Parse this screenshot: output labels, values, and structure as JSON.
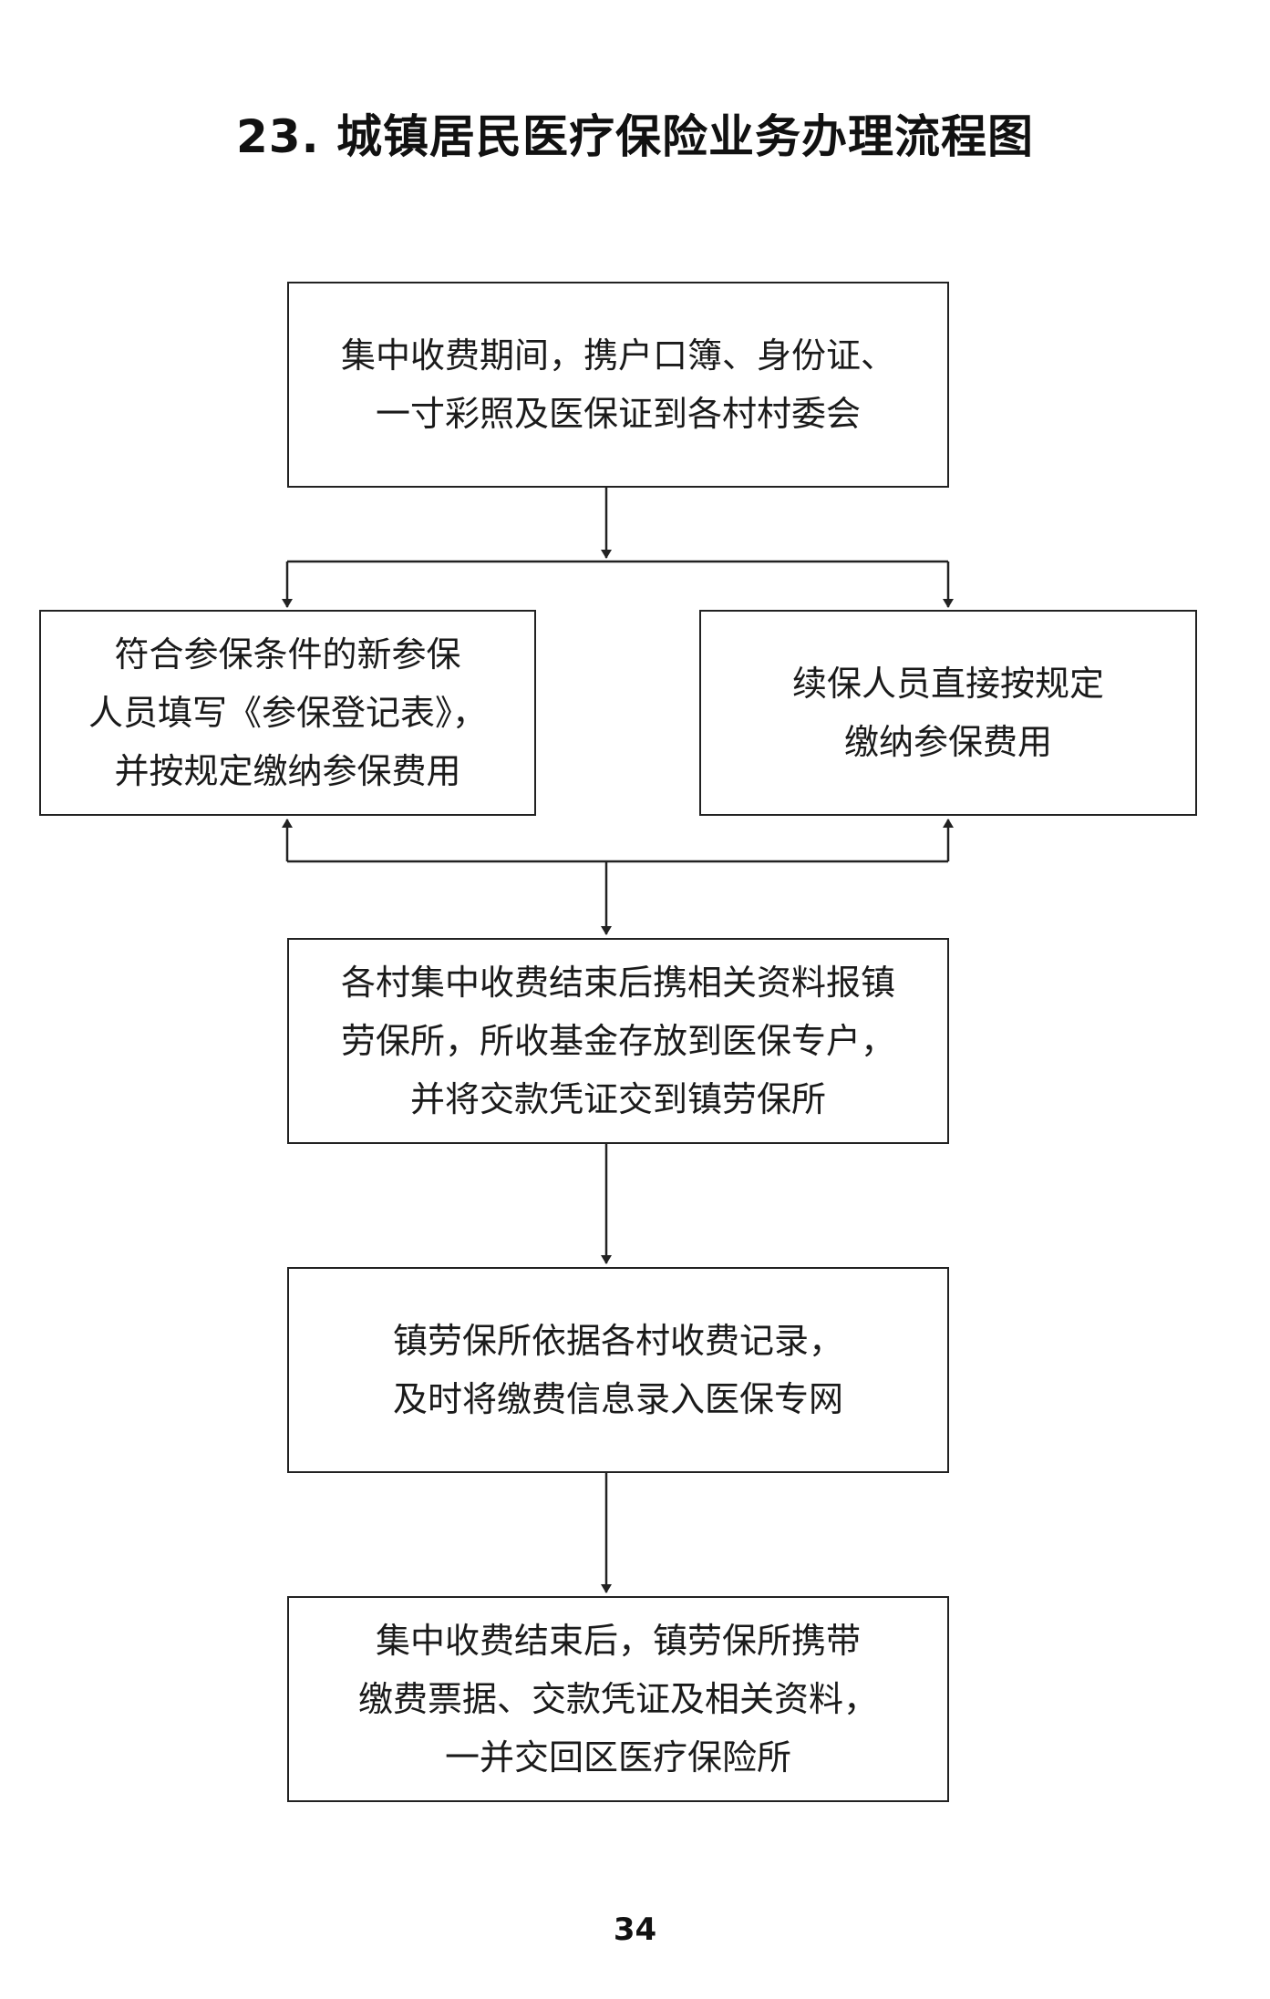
{
  "title": "23. 城镇居民医疗保险业务办理流程图",
  "nodes": {
    "start": "集中收费期间，携户口簿、身份证、\n一寸彩照及医保证到各村村委会",
    "new_enrollee": "符合参保条件的新参保\n人员填写《参保登记表》，\n并按规定缴纳参保费用",
    "renewal": "续保人员直接按规定\n缴纳参保费用",
    "village_collect": "各村集中收费结束后携相关资料报镇\n劳保所，所收基金存放到医保专户，\n并将交款凭证交到镇劳保所",
    "record_entry": "镇劳保所依据各村收费记录，\n及时将缴费信息录入医保专网",
    "final_submit": "集中收费结束后，镇劳保所携带\n缴费票据、交款凭证及相关资料，\n一并交回区医疗保险所"
  },
  "edges": [
    {
      "from": "start",
      "to": "new_enrollee"
    },
    {
      "from": "start",
      "to": "renewal"
    },
    {
      "from": "village_collect",
      "to": "new_enrollee"
    },
    {
      "from": "village_collect",
      "to": "renewal"
    },
    {
      "from": "renewal",
      "to": "village_collect"
    },
    {
      "from": "village_collect",
      "to": "record_entry"
    },
    {
      "from": "record_entry",
      "to": "final_submit"
    }
  ],
  "page_number": "34"
}
